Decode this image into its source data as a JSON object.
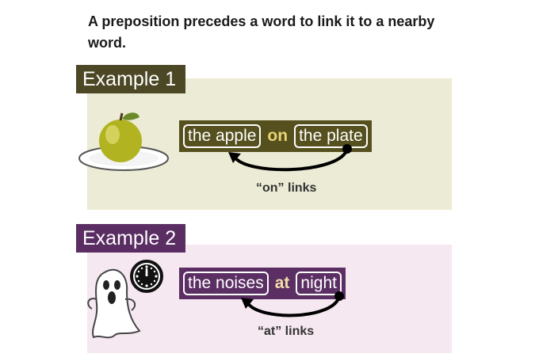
{
  "intro_text": "A preposition precedes a word to link it to a nearby word.",
  "colors": {
    "example1_dark": "#4c4725",
    "example2_dark": "#5a2d63",
    "panel1_bg": "#ecebd5",
    "panel2_bg": "#f6e8f1",
    "preposition_text": "#e8d472"
  },
  "example1": {
    "label": "Example 1",
    "word_left": "the apple",
    "preposition": "on",
    "word_right": "the plate",
    "caption": "“on” links",
    "icon": "apple-on-plate-icon"
  },
  "example2": {
    "label": "Example 2",
    "word_left": "the noises",
    "preposition": "at",
    "word_right": "night",
    "caption": "“at” links",
    "icons": [
      "ghost-icon",
      "clock-icon"
    ]
  }
}
